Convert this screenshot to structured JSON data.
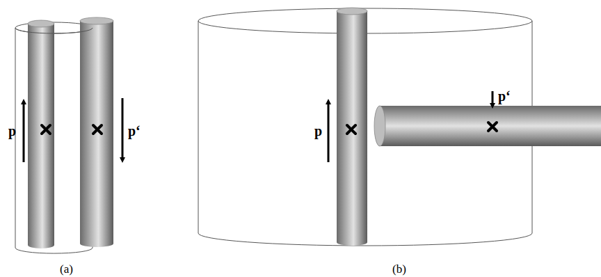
{
  "diagram": {
    "labels": [
      "p",
      "p‘",
      "(a)",
      "p",
      "p‘",
      "(b)"
    ]
  }
}
